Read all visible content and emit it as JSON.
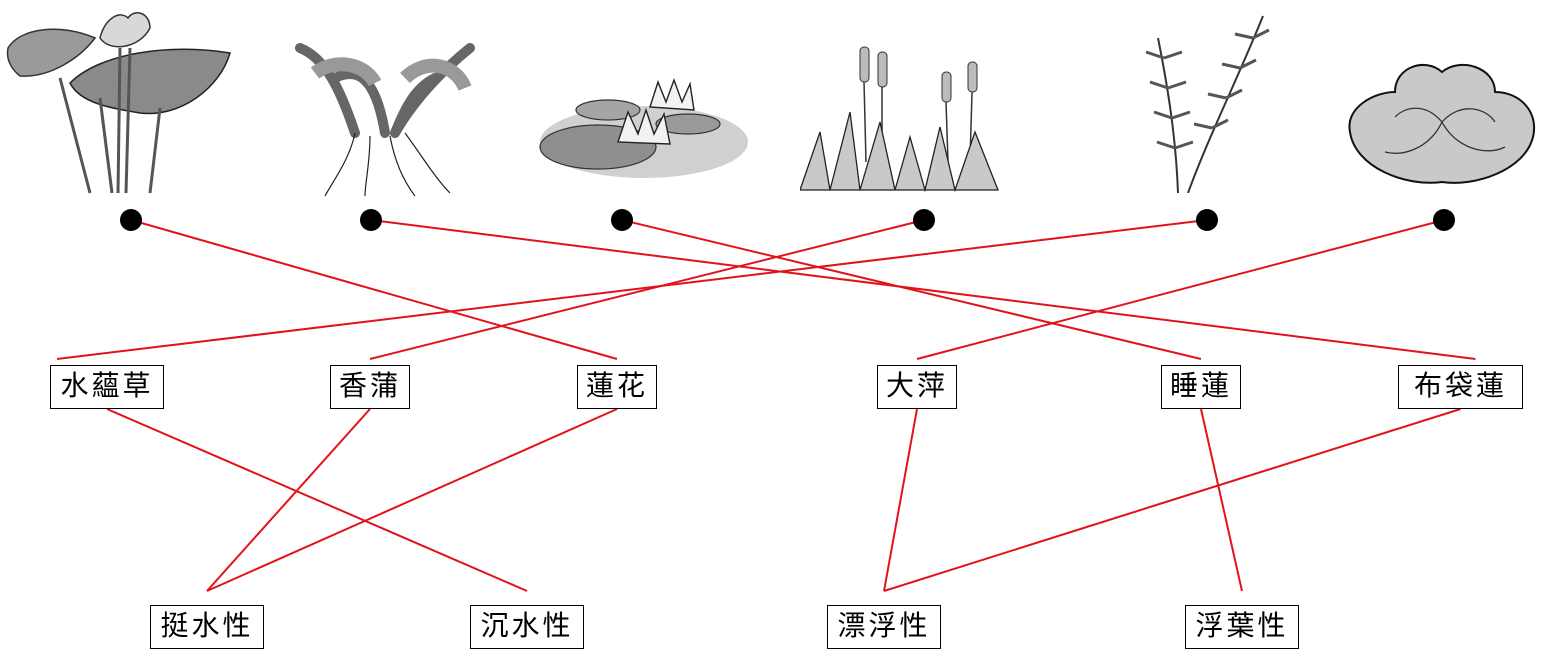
{
  "plants": [
    {
      "icon": "lotus-plant-icon"
    },
    {
      "icon": "aquatic-bush-plant-icon"
    },
    {
      "icon": "water-lily-plant-icon"
    },
    {
      "icon": "cattail-plant-icon"
    },
    {
      "icon": "submerged-stem-plant-icon"
    },
    {
      "icon": "water-lettuce-plant-icon"
    }
  ],
  "names": [
    "水蘊草",
    "香蒲",
    "蓮花",
    "大萍",
    "睡蓮",
    "布袋蓮"
  ],
  "categories": [
    "挺水性",
    "沉水性",
    "漂浮性",
    "浮葉性"
  ],
  "plant_to_name": [
    [
      0,
      2
    ],
    [
      1,
      5
    ],
    [
      2,
      4
    ],
    [
      3,
      1
    ],
    [
      4,
      0
    ],
    [
      5,
      3
    ]
  ],
  "name_to_category": [
    [
      0,
      1
    ],
    [
      1,
      0
    ],
    [
      2,
      0
    ],
    [
      3,
      2
    ],
    [
      4,
      3
    ],
    [
      5,
      2
    ]
  ],
  "line_color": "#e3121a"
}
